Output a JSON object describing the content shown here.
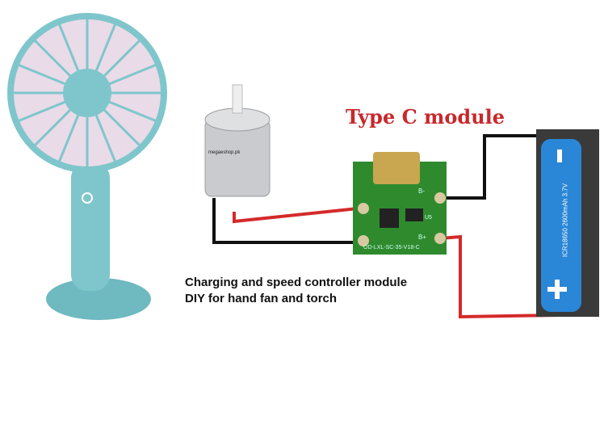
{
  "diagram": {
    "title": "Type C module",
    "caption_line1": "Charging and speed controller module",
    "caption_line2": "DIY for hand fan and torch",
    "motor_watermark": "megaeshop.pk",
    "pcb_labels": {
      "negative": "B-",
      "positive": "B+",
      "chip": "U5",
      "board": "OD-LXL-SC-35-V18-C"
    },
    "battery_label": "ICR18650 2600mAh 3.7V",
    "battery_minus": "-",
    "battery_plus": "+",
    "colors": {
      "title": "#c8282c",
      "red_wire": "#d42a2a",
      "black_wire": "#111111",
      "fan": "#7fc6cc",
      "pcb": "#2f8a2e",
      "battery": "#2a86d6"
    }
  }
}
